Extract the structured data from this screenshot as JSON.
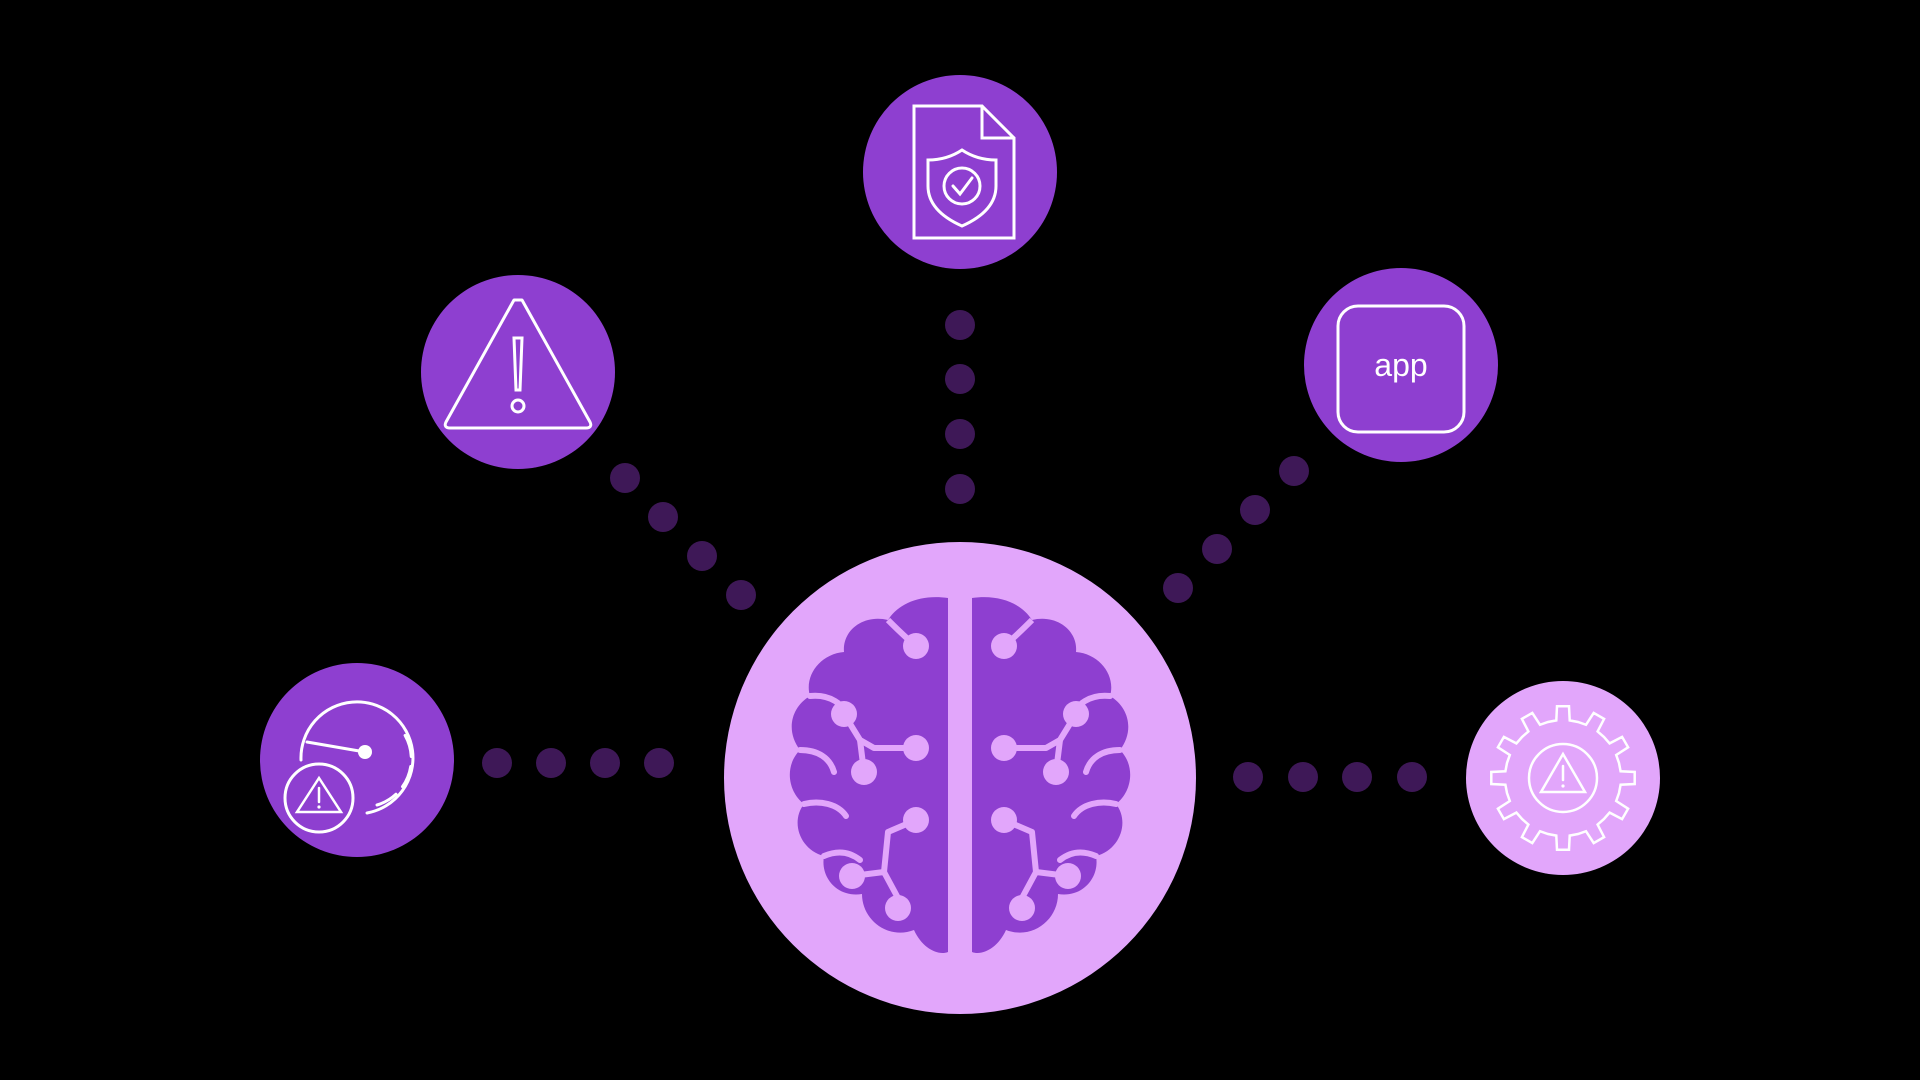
{
  "colors": {
    "background": "#000000",
    "node_dark": "#8e3fd0",
    "node_light": "#e2a6fb",
    "hub_fill": "#e2a6fb",
    "hub_icon": "#8e3fd0",
    "icon_line": "#ffffff",
    "connector_dot": "#3e1857"
  },
  "hub": {
    "icon": "brain-circuit-icon"
  },
  "nodes": [
    {
      "id": "speed-alert",
      "icon": "speedometer-warning-icon",
      "style": "dark"
    },
    {
      "id": "warning",
      "icon": "warning-triangle-icon",
      "style": "dark"
    },
    {
      "id": "secure-document",
      "icon": "shield-document-icon",
      "style": "dark"
    },
    {
      "id": "app",
      "icon": "app-tile-icon",
      "style": "dark",
      "label": "app"
    },
    {
      "id": "gear-alert",
      "icon": "gear-warning-icon",
      "style": "light"
    }
  ]
}
